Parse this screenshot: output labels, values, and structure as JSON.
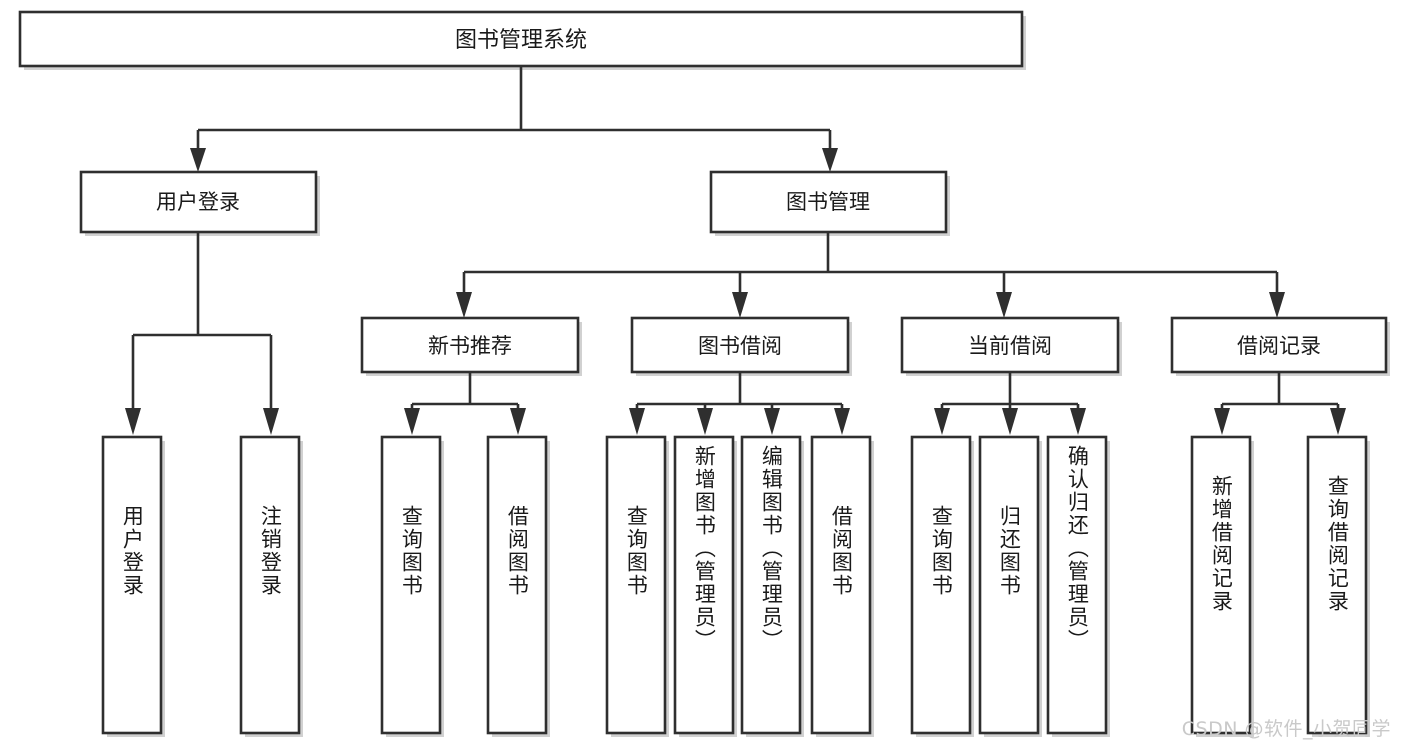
{
  "diagram": {
    "type": "tree",
    "orientation": "top-down",
    "title": "图书管理系统",
    "watermark": "CSDN @软件_小贺同学",
    "colors": {
      "stroke": "#2f2f2f",
      "fill": "#ffffff",
      "text": "#1a1a1a",
      "shadow": "#b8b8b8",
      "watermark": "#c9c9c9",
      "background": "#ffffff"
    },
    "root": {
      "label": "图书管理系统",
      "orientation": "horizontal"
    },
    "level2": [
      {
        "label": "用户登录",
        "orientation": "horizontal"
      },
      {
        "label": "图书管理",
        "orientation": "horizontal"
      }
    ],
    "level3": [
      {
        "label": "新书推荐",
        "orientation": "horizontal"
      },
      {
        "label": "图书借阅",
        "orientation": "horizontal"
      },
      {
        "label": "当前借阅",
        "orientation": "horizontal"
      },
      {
        "label": "借阅记录",
        "orientation": "horizontal"
      }
    ],
    "leaves": {
      "user_login": [
        {
          "label": "用户登录",
          "orientation": "vertical"
        },
        {
          "label": "注销登录",
          "orientation": "vertical"
        }
      ],
      "new_book_recommend": [
        {
          "label": "查询图书",
          "orientation": "vertical"
        },
        {
          "label": "借阅图书",
          "orientation": "vertical"
        }
      ],
      "book_borrow": [
        {
          "label": "查询图书",
          "orientation": "vertical"
        },
        {
          "label": "新增图书（管理员）",
          "orientation": "vertical"
        },
        {
          "label": "编辑图书（管理员）",
          "orientation": "vertical"
        },
        {
          "label": "借阅图书",
          "orientation": "vertical"
        }
      ],
      "current_borrow": [
        {
          "label": "查询图书",
          "orientation": "vertical"
        },
        {
          "label": "归还图书",
          "orientation": "vertical"
        },
        {
          "label": "确认归还（管理员）",
          "orientation": "vertical"
        }
      ],
      "borrow_record": [
        {
          "label": "新增借阅记录",
          "orientation": "vertical"
        },
        {
          "label": "查询借阅记录",
          "orientation": "vertical"
        }
      ]
    }
  }
}
